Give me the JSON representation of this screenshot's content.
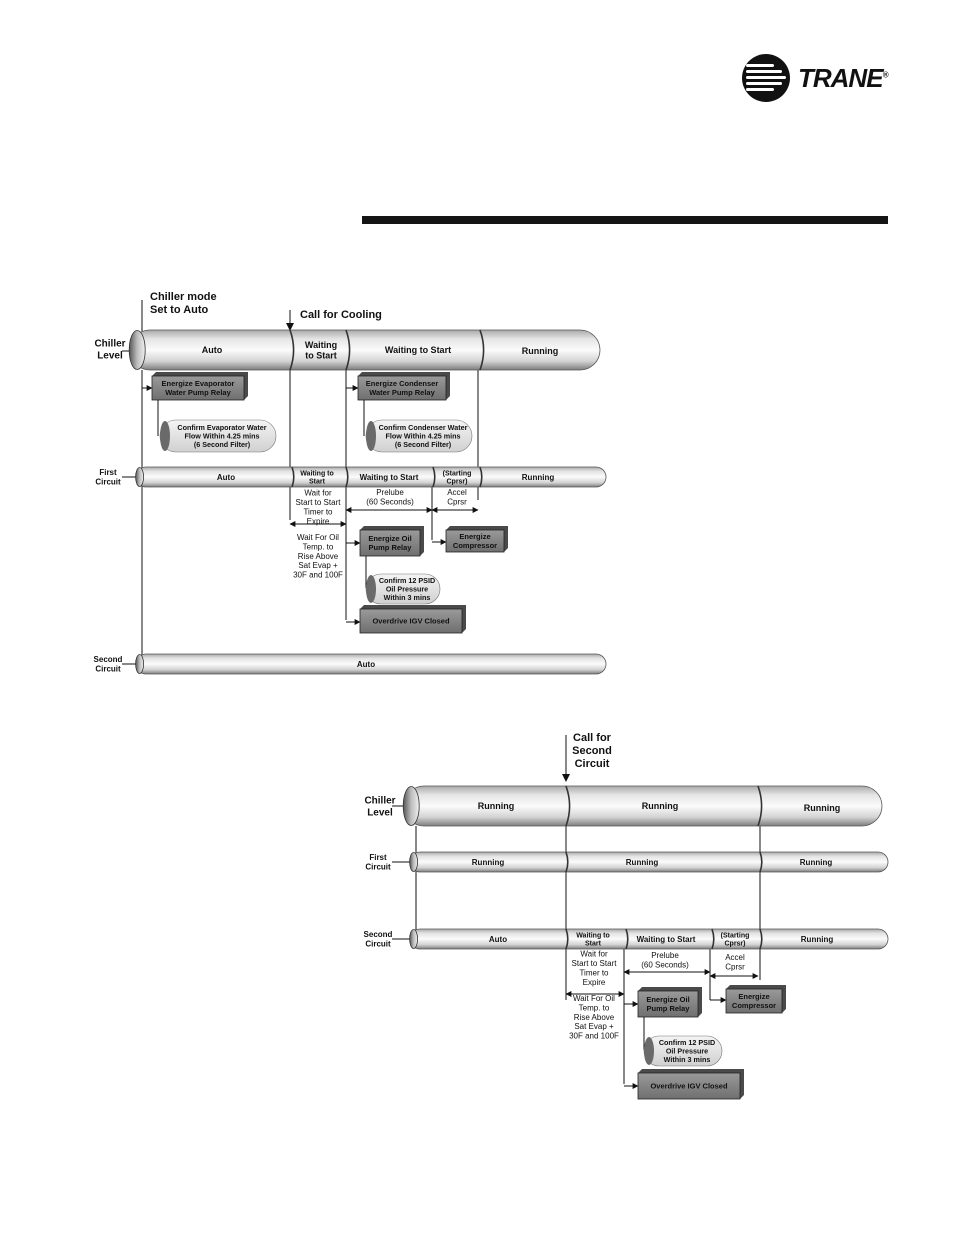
{
  "logo": {
    "wordmark": "TRANE",
    "mark": "®"
  },
  "diagram1": {
    "annotations": {
      "chiller_mode": [
        "Chiller mode",
        "Set to Auto"
      ],
      "call_cooling": "Call for Cooling"
    },
    "rows": {
      "chiller": [
        "Chiller",
        "Level"
      ],
      "first": [
        "First",
        "Circuit"
      ],
      "second": [
        "Second",
        "Circuit"
      ]
    },
    "chiller_states": {
      "auto": "Auto",
      "waiting": [
        "Waiting",
        "to Start"
      ],
      "waiting2": "Waiting to Start",
      "running": "Running"
    },
    "first_states": {
      "auto": "Auto",
      "waiting": [
        "Waiting to",
        "Start"
      ],
      "waiting2": "Waiting to Start",
      "starting": [
        "(Starting",
        "Cprsr)"
      ],
      "running": "Running"
    },
    "second_states": {
      "auto": "Auto"
    },
    "boxes": {
      "evap_relay": [
        "Energize Evaporator",
        "Water Pump Relay"
      ],
      "evap_confirm": [
        "Confirm Evaporator Water",
        "Flow Within 4.25 mins",
        "(6 Second Filter)"
      ],
      "cond_relay": [
        "Energize Condenser",
        "Water Pump Relay"
      ],
      "cond_confirm": [
        "Confirm Condenser Water",
        "Flow Within 4.25 mins",
        "(6 Second Filter)"
      ],
      "oil_relay": [
        "Energize Oil",
        "Pump Relay"
      ],
      "oil_confirm": [
        "Confirm 12 PSID",
        "Oil Pressure",
        "Within 3 mins"
      ],
      "igv": [
        "Overdrive IGV Closed"
      ],
      "compressor": [
        "Energize",
        "Compressor"
      ]
    },
    "timers": {
      "wait_start": [
        "Wait for",
        "Start to Start",
        "Timer to",
        "Expire"
      ],
      "wait_oil": [
        "Wait For Oil",
        "Temp. to",
        "Rise Above",
        "Sat Evap +",
        "30F and 100F"
      ],
      "prelube": [
        "Prelube",
        "(60 Seconds)"
      ],
      "accel": [
        "Accel",
        "Cprsr"
      ]
    }
  },
  "diagram2": {
    "annotations": {
      "call_second": [
        "Call for",
        "Second",
        "Circuit"
      ]
    },
    "rows": {
      "chiller": [
        "Chiller",
        "Level"
      ],
      "first": [
        "First",
        "Circuit"
      ],
      "second": [
        "Second",
        "Circuit"
      ]
    },
    "chiller_states": {
      "s1": "Running",
      "s2": "Running",
      "s3": "Running"
    },
    "first_states": {
      "s1": "Running",
      "s2": "Running",
      "s3": "Running"
    },
    "second_states": {
      "auto": "Auto",
      "waiting": [
        "Waiting to",
        "Start"
      ],
      "waiting2": "Waiting to Start",
      "starting": [
        "(Starting",
        "Cprsr)"
      ],
      "running": "Running"
    },
    "boxes": {
      "oil_relay": [
        "Energize Oil",
        "Pump Relay"
      ],
      "oil_confirm": [
        "Confirm 12 PSID",
        "Oil Pressure",
        "Within 3 mins"
      ],
      "igv": [
        "Overdrive IGV Closed"
      ],
      "compressor": [
        "Energize",
        "Compressor"
      ]
    },
    "timers": {
      "wait_start": [
        "Wait for",
        "Start to Start",
        "Timer to",
        "Expire"
      ],
      "wait_oil": [
        "Wait For Oil",
        "Temp. to",
        "Rise Above",
        "Sat Evap +",
        "30F and 100F"
      ],
      "prelube": [
        "Prelube",
        "(60 Seconds)"
      ],
      "accel": [
        "Accel",
        "Cprsr"
      ]
    }
  }
}
